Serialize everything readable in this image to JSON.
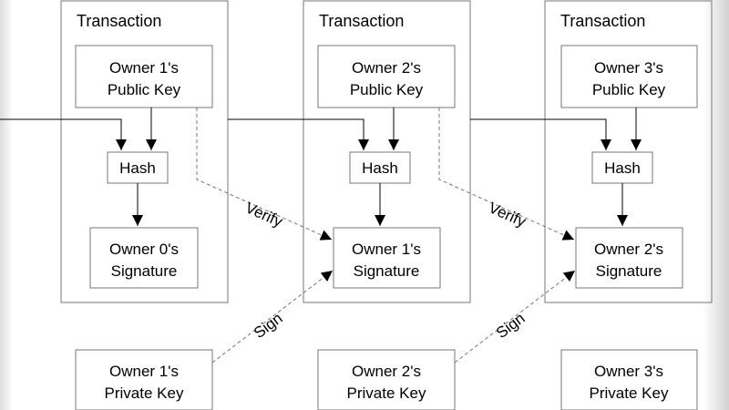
{
  "transactions": [
    {
      "title": "Transaction",
      "public_key": [
        "Owner 1's",
        "Public Key"
      ],
      "hash": "Hash",
      "signature": [
        "Owner 0's",
        "Signature"
      ]
    },
    {
      "title": "Transaction",
      "public_key": [
        "Owner 2's",
        "Public Key"
      ],
      "hash": "Hash",
      "signature": [
        "Owner 1's",
        "Signature"
      ]
    },
    {
      "title": "Transaction",
      "public_key": [
        "Owner 3's",
        "Public Key"
      ],
      "hash": "Hash",
      "signature": [
        "Owner 2's",
        "Signature"
      ]
    }
  ],
  "private_keys": [
    [
      "Owner 1's",
      "Private Key"
    ],
    [
      "Owner 2's",
      "Private Key"
    ],
    [
      "Owner 3's",
      "Private Key"
    ]
  ],
  "edges": {
    "verify_label": "Verify",
    "sign_label": "Sign"
  }
}
